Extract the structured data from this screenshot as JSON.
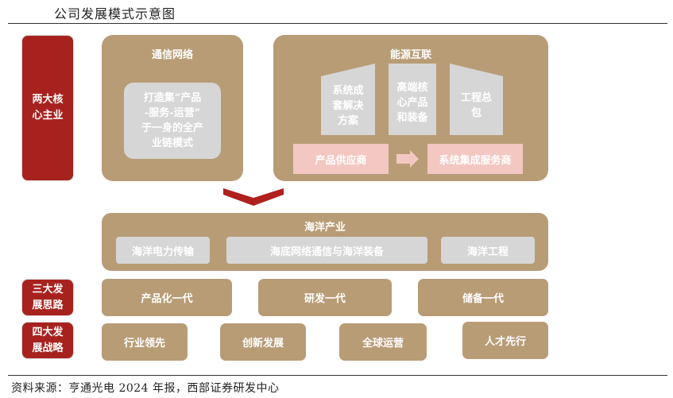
{
  "header": {
    "title": "公司发展模式示意图"
  },
  "labels": {
    "core_business": "两大核\n心主业",
    "dev_thinking": "三大发\n展思路",
    "dev_strategy": "四大发\n展战略"
  },
  "telecom": {
    "title": "通信网络",
    "desc": "打造集“产品\n-服务-运营”\n于一身的全产\n业链模式"
  },
  "energy": {
    "title": "能源互联",
    "items": [
      "系统成\n套解决\n方案",
      "高端核\n心产品\n和装备",
      "工程总\n包"
    ],
    "from": "产品供应商",
    "to": "系统集成服务商"
  },
  "ocean": {
    "title": "海洋产业",
    "items": [
      "海洋电力传输",
      "海底网络通信与海洋装备",
      "海洋工程"
    ]
  },
  "thinking": [
    "产品化一代",
    "研发一代",
    "储备一代"
  ],
  "strategy": [
    "行业领先",
    "创新发展",
    "全球运营",
    "人才先行"
  ],
  "footer": {
    "source": "资料来源：亨通光电 2024 年报，西部证券研发中心"
  },
  "colors": {
    "red": "#a7221e",
    "tan": "#b89c76",
    "grey": "#d6d6d6",
    "pink": "#f3c7c2"
  }
}
